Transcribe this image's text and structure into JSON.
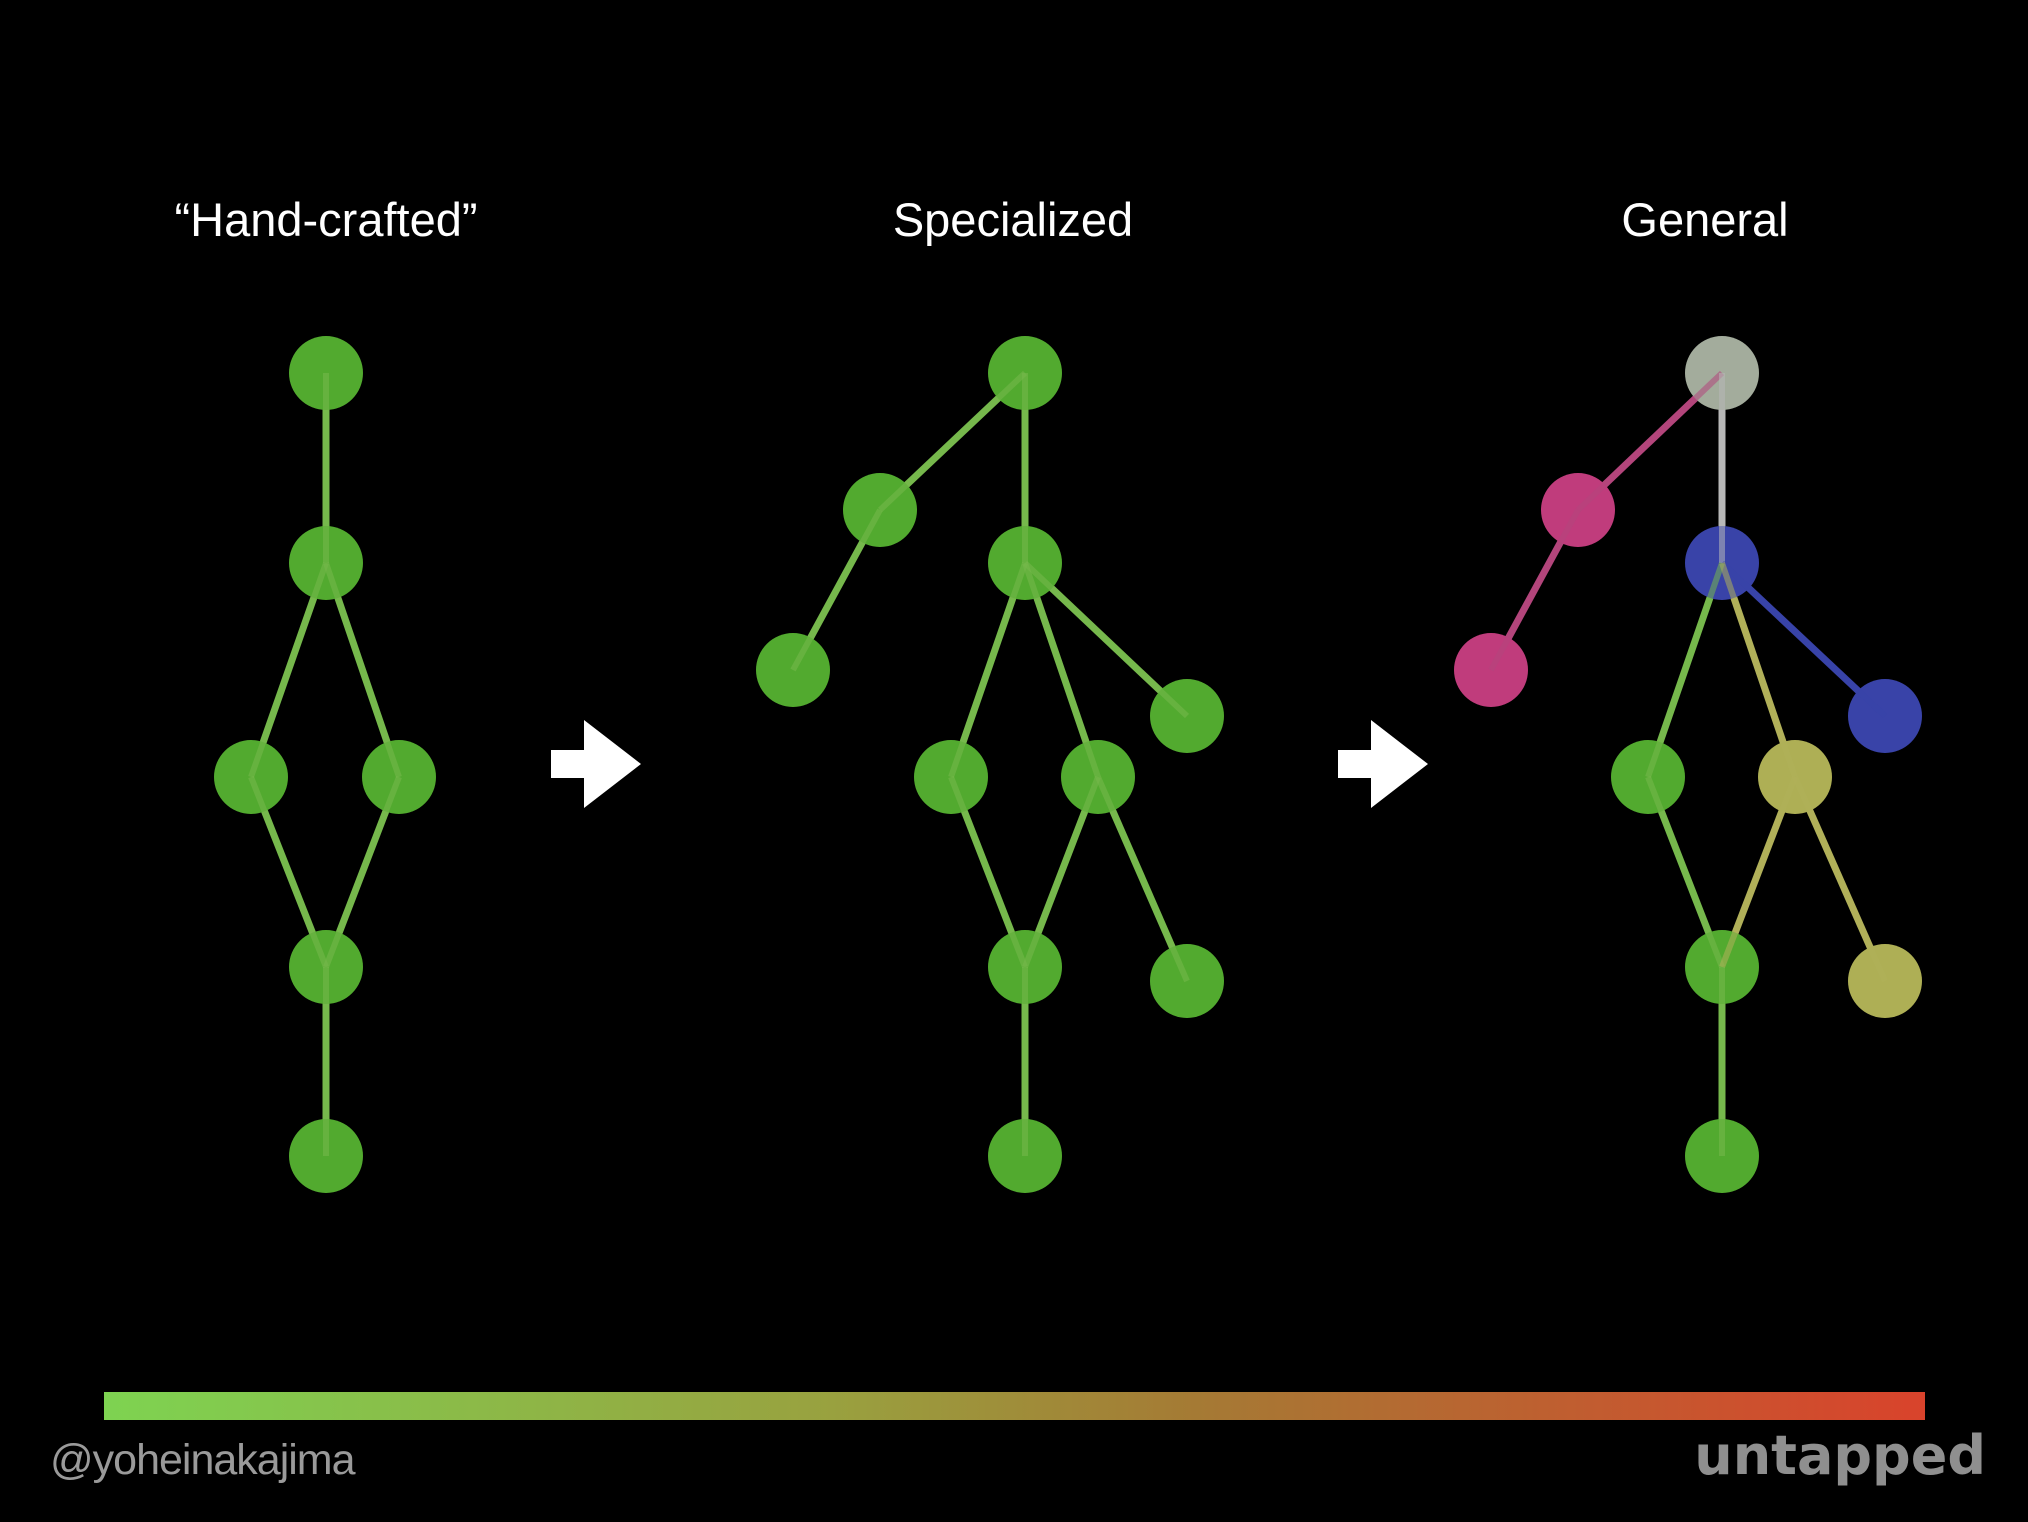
{
  "panels": [
    {
      "title": "“Hand-crafted”",
      "nodes": [
        {
          "id": "a1",
          "color": "#52aa2f"
        },
        {
          "id": "a2",
          "color": "#52aa2f"
        },
        {
          "id": "a3",
          "color": "#52aa2f"
        },
        {
          "id": "a4",
          "color": "#52aa2f"
        },
        {
          "id": "a5",
          "color": "#52aa2f"
        },
        {
          "id": "a6",
          "color": "#52aa2f"
        }
      ],
      "edges": [
        {
          "from": "a1",
          "to": "a2",
          "color": "#76b84c"
        },
        {
          "from": "a2",
          "to": "a3",
          "color": "#76b84c"
        },
        {
          "from": "a2",
          "to": "a4",
          "color": "#76b84c"
        },
        {
          "from": "a3",
          "to": "a5",
          "color": "#76b84c"
        },
        {
          "from": "a4",
          "to": "a5",
          "color": "#76b84c"
        },
        {
          "from": "a5",
          "to": "a6",
          "color": "#76b84c"
        }
      ]
    },
    {
      "title": "Specialized",
      "nodes": [
        {
          "id": "b1",
          "color": "#52aa2f"
        },
        {
          "id": "b2",
          "color": "#52aa2f"
        },
        {
          "id": "b3",
          "color": "#52aa2f"
        },
        {
          "id": "b4",
          "color": "#52aa2f"
        },
        {
          "id": "b5",
          "color": "#52aa2f"
        },
        {
          "id": "b6",
          "color": "#52aa2f"
        },
        {
          "id": "b7",
          "color": "#52aa2f"
        },
        {
          "id": "b8",
          "color": "#52aa2f"
        },
        {
          "id": "b9",
          "color": "#52aa2f"
        },
        {
          "id": "b10",
          "color": "#52aa2f"
        }
      ],
      "edges": [
        {
          "from": "b1",
          "to": "b2",
          "color": "#76b84c"
        },
        {
          "from": "b2",
          "to": "b3",
          "color": "#76b84c"
        },
        {
          "from": "b1",
          "to": "b4",
          "color": "#76b84c"
        },
        {
          "from": "b4",
          "to": "b5",
          "color": "#76b84c"
        },
        {
          "from": "b4",
          "to": "b6",
          "color": "#76b84c"
        },
        {
          "from": "b4",
          "to": "b7",
          "color": "#76b84c"
        },
        {
          "from": "b6",
          "to": "b8",
          "color": "#76b84c"
        },
        {
          "from": "b7",
          "to": "b8",
          "color": "#76b84c"
        },
        {
          "from": "b7",
          "to": "b9",
          "color": "#76b84c"
        },
        {
          "from": "b8",
          "to": "b10",
          "color": "#76b84c"
        }
      ]
    },
    {
      "title": "General",
      "nodes": [
        {
          "id": "c1",
          "color": "#a3ac9c"
        },
        {
          "id": "c2",
          "color": "#c03c7c"
        },
        {
          "id": "c3",
          "color": "#c03c7c"
        },
        {
          "id": "c4",
          "color": "#3943a8"
        },
        {
          "id": "c5",
          "color": "#3943a8"
        },
        {
          "id": "c6",
          "color": "#52aa2f"
        },
        {
          "id": "c7",
          "color": "#aeaf55"
        },
        {
          "id": "c8",
          "color": "#52aa2f"
        },
        {
          "id": "c9",
          "color": "#aeaf55"
        },
        {
          "id": "c10",
          "color": "#52aa2f"
        }
      ],
      "edges": [
        {
          "from": "c1",
          "to": "c2",
          "color": "#b3457b"
        },
        {
          "from": "c2",
          "to": "c3",
          "color": "#b3457b"
        },
        {
          "from": "c1",
          "to": "c4",
          "color": "#b8b8b8"
        },
        {
          "from": "c4",
          "to": "c5",
          "color": "#3943a8"
        },
        {
          "from": "c4",
          "to": "c6",
          "color": "#76b84c"
        },
        {
          "from": "c4",
          "to": "c7",
          "color": "#b1b05a"
        },
        {
          "from": "c6",
          "to": "c8",
          "color": "#76b84c"
        },
        {
          "from": "c7",
          "to": "c8",
          "color": "#b1b05a"
        },
        {
          "from": "c7",
          "to": "c9",
          "color": "#b1b05a"
        },
        {
          "from": "c8",
          "to": "c10",
          "color": "#76b84c"
        }
      ]
    }
  ],
  "arrows": [
    {
      "icon": "arrow-right-icon",
      "color": "#ffffff"
    },
    {
      "icon": "arrow-right-icon",
      "color": "#ffffff"
    }
  ],
  "gradient": {
    "start": "#7ed351",
    "end": "#d9432c"
  },
  "footer": {
    "handle": "@yoheinakajima",
    "logo": "untapped"
  }
}
